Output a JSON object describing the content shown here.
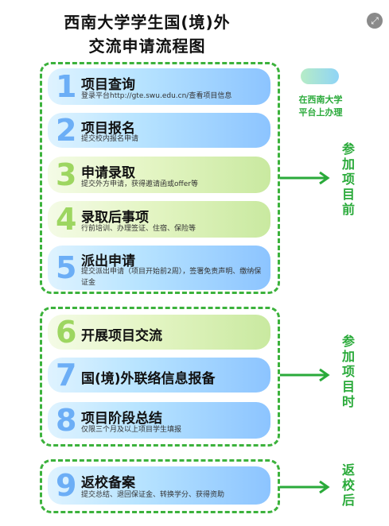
{
  "header": {
    "title_line1": "西南大学学生国(境)外",
    "title_line2": "交流申请流程图"
  },
  "legend": {
    "line1": "在西南大学",
    "line2": "平台上办理"
  },
  "steps": [
    {
      "num": "1",
      "title": "项目查询",
      "desc": "登录平台http://gte.swu.edu.cn/查看项目信息"
    },
    {
      "num": "2",
      "title": "项目报名",
      "desc": "提交校内报名申请"
    },
    {
      "num": "3",
      "title": "申请录取",
      "desc": "提交外方申请，获得邀请函或offer等"
    },
    {
      "num": "4",
      "title": "录取后事项",
      "desc": "行前培训、办理签证、住宿、保险等"
    },
    {
      "num": "5",
      "title": "派出申请",
      "desc": "提交派出申请（项目开始前2周），签署免责声明、缴纳保证金"
    },
    {
      "num": "6",
      "title": "开展项目交流",
      "desc": ""
    },
    {
      "num": "7",
      "title": "国(境)外联络信息报备",
      "desc": ""
    },
    {
      "num": "8",
      "title": "项目阶段总结",
      "desc": "仅限三个月及以上项目学生填报"
    },
    {
      "num": "9",
      "title": "返校备案",
      "desc": "提交总结、退回保证金、转换学分、获得资助"
    }
  ],
  "phases": {
    "before": [
      "参",
      "加",
      "项",
      "目",
      "前"
    ],
    "during": [
      "参",
      "加",
      "项",
      "目",
      "时"
    ],
    "after": [
      "返",
      "校",
      "后"
    ]
  },
  "colors": {
    "accent_green": "#3cb23c",
    "step_blue": "#8cc4ff",
    "step_green": "#c9e9a0"
  },
  "icons": {
    "corner": "expand-icon",
    "arrow": "right-arrow-icon"
  }
}
